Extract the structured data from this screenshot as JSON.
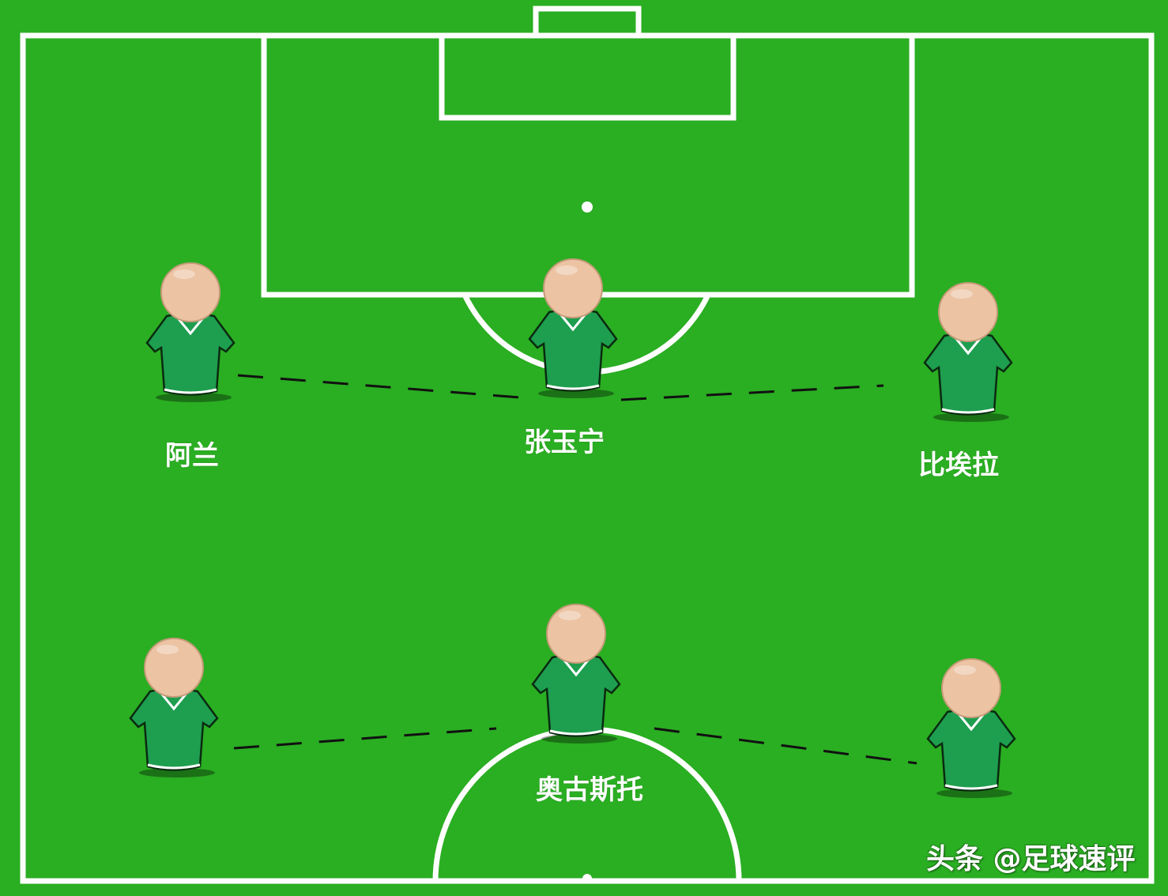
{
  "colors": {
    "pitch": "#2aae22",
    "line": "#ffffff",
    "shirt": "#1e9e4f",
    "skin": "#ecc3a3",
    "link": "#111111"
  },
  "players": [
    {
      "id": "p1",
      "name": "阿兰"
    },
    {
      "id": "p2",
      "name": "张玉宁"
    },
    {
      "id": "p3",
      "name": "比埃拉"
    },
    {
      "id": "p4",
      "name": ""
    },
    {
      "id": "p5",
      "name": "奥古斯托"
    },
    {
      "id": "p6",
      "name": ""
    }
  ],
  "links": [
    [
      "p1",
      "p2"
    ],
    [
      "p2",
      "p3"
    ],
    [
      "p4",
      "p5"
    ],
    [
      "p5",
      "p6"
    ]
  ],
  "watermark": "头条 @足球速评"
}
